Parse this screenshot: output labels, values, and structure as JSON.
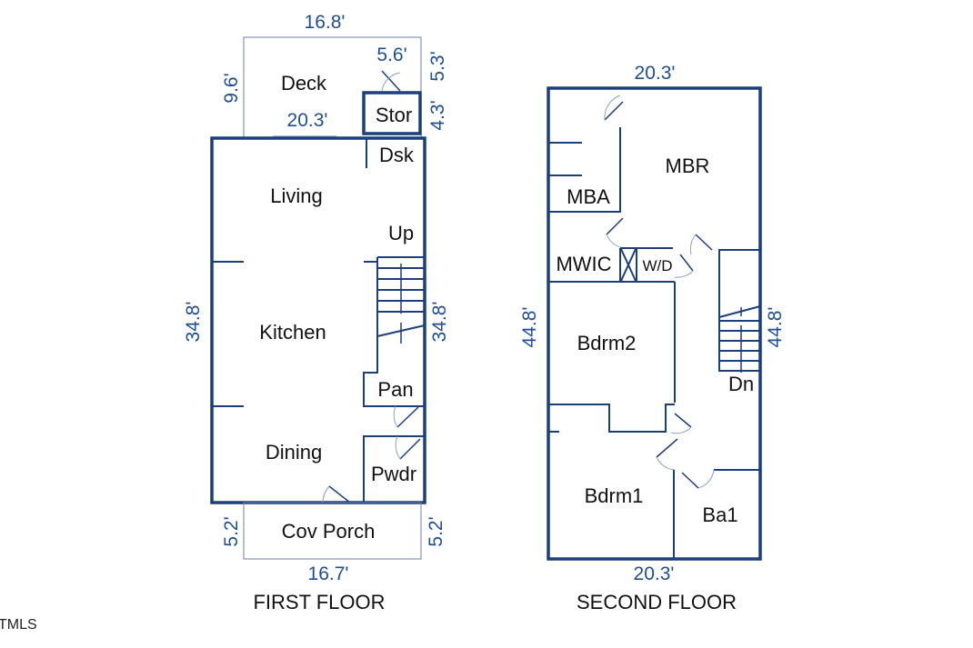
{
  "first_floor": {
    "title": "FIRST FLOOR",
    "rooms": {
      "deck": "Deck",
      "stor": "Stor",
      "dsk": "Dsk",
      "living": "Living",
      "up": "Up",
      "kitchen": "Kitchen",
      "pan": "Pan",
      "dining": "Dining",
      "pwdr": "Pwdr",
      "cov_porch": "Cov Porch"
    },
    "dims": {
      "deck_width": "16.8'",
      "deck_depth": "9.6'",
      "stor_width": "5.6'",
      "stor_depth_top": "5.3'",
      "stor_depth": "4.3'",
      "width_top": "20.3'",
      "length_left": "34.8'",
      "length_right": "34.8'",
      "porch_left": "5.2'",
      "porch_right": "5.2'",
      "porch_width": "16.7'"
    }
  },
  "second_floor": {
    "title": "SECOND FLOOR",
    "rooms": {
      "mbr": "MBR",
      "mba": "MBA",
      "mwic": "MWIC",
      "wd": "W/D",
      "bdrm2": "Bdrm2",
      "dn": "Dn",
      "bdrm1": "Bdrm1",
      "ba1": "Ba1"
    },
    "dims": {
      "width_top": "20.3'",
      "width_bottom": "20.3'",
      "length_left": "44.8'",
      "length_right": "44.8'"
    }
  },
  "watermark": "TMLS",
  "colors": {
    "wall": "#1b3f7a",
    "dimension": "#1f4e95"
  }
}
